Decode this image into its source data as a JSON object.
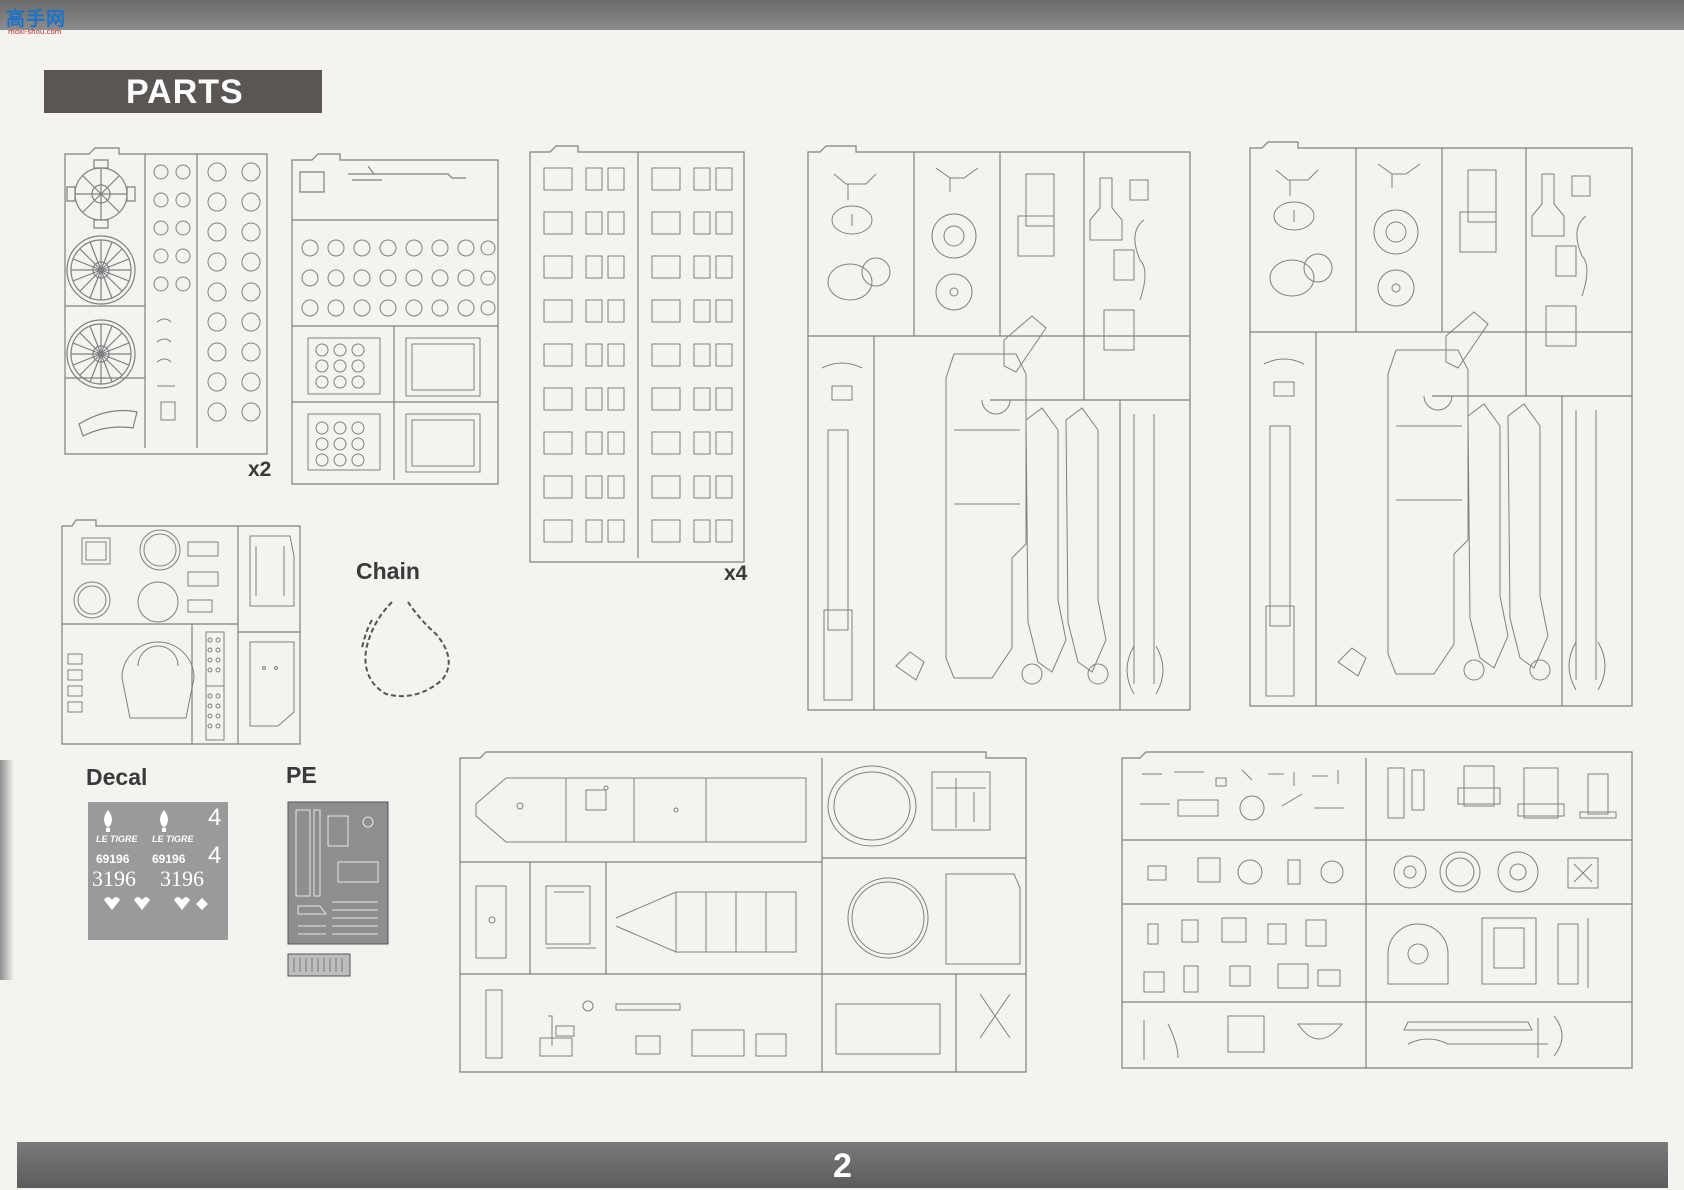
{
  "watermark": {
    "text": "高手网",
    "subtext": "moxi-shou.com"
  },
  "header": {
    "title": "PARTS"
  },
  "multipliers": {
    "sprue_a": "x2",
    "sprue_b": "x4"
  },
  "sections": {
    "chain": "Chain",
    "decal": "Decal",
    "pe": "PE"
  },
  "decal_sheet": {
    "marking_top": "LE TIGRE",
    "serial_small": "69196",
    "serial_large": "3196",
    "numeral": "4"
  },
  "page": {
    "number": "2"
  },
  "colors": {
    "band": "#6b6b6b",
    "header_bg": "#5a5654",
    "line": "#7d7d7d",
    "paper": "#f4f3f0"
  }
}
